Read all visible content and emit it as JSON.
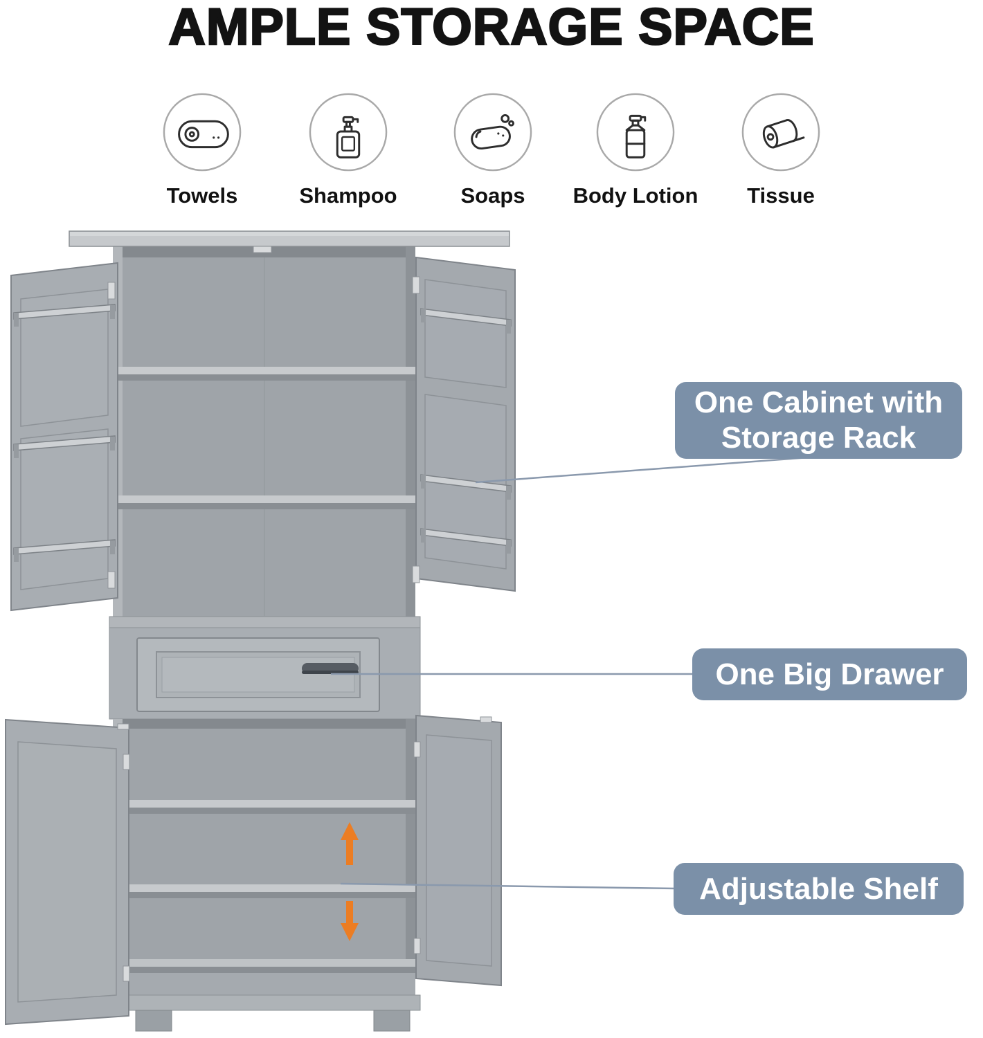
{
  "title": "AMPLE STORAGE SPACE",
  "features": [
    {
      "label": "Towels",
      "icon": "towel-icon"
    },
    {
      "label": "Shampoo",
      "icon": "shampoo-bottle-icon"
    },
    {
      "label": "Soaps",
      "icon": "soap-bar-icon"
    },
    {
      "label": "Body Lotion",
      "icon": "lotion-bottle-icon"
    },
    {
      "label": "Tissue",
      "icon": "tissue-roll-icon"
    }
  ],
  "callouts": [
    {
      "label": "One Cabinet with Storage Rack"
    },
    {
      "label": "One Big Drawer"
    },
    {
      "label": "Adjustable Shelf"
    }
  ],
  "colors": {
    "callout_bg": "#7b90a8",
    "callout_text": "#ffffff",
    "connector_line": "#8a99ad",
    "accent_orange": "#ec7d23",
    "title_color": "#131313",
    "cabinet_gray": "#a8adb2"
  }
}
